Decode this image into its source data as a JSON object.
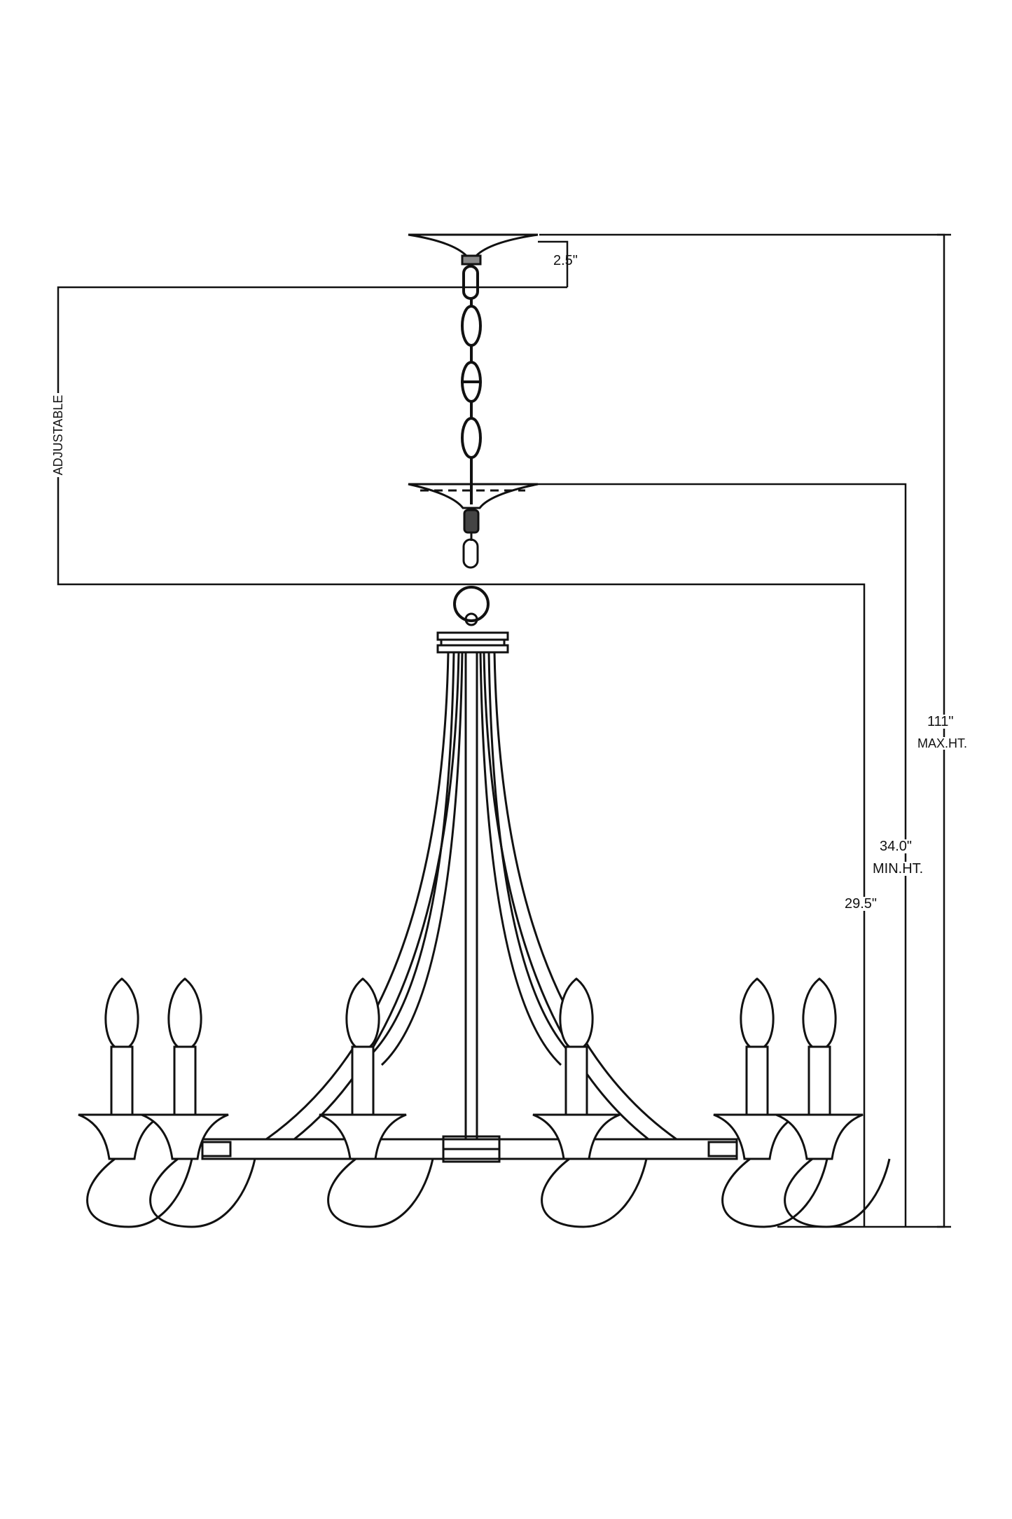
{
  "dimensions": {
    "canopy_height": "2.5\"",
    "adjustable": "ADJUSTABLE",
    "max_height_value": "111\"",
    "max_height_label": "MAX.HT.",
    "min_height_value": "34.0\"",
    "min_height_label": "MIN.HT.",
    "body_height": "29.5\""
  },
  "colors": {
    "line": "#111111",
    "background": "#ffffff"
  }
}
